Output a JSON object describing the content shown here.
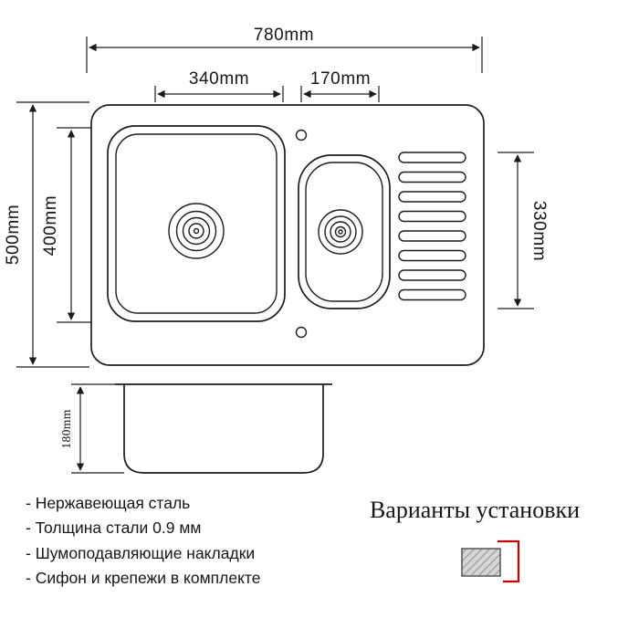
{
  "drawing": {
    "dims": {
      "overall_width": "780mm",
      "main_bowl_width": "340mm",
      "small_bowl_width": "170mm",
      "overall_depth": "500mm",
      "bowl_depth": "400mm",
      "right_depth": "330mm",
      "bowl_height": "180mm"
    }
  },
  "features": {
    "items": [
      "- Нержавеющая сталь",
      "- Толщина стали 0.9 мм",
      "- Шумоподавляющие накладки",
      "- Сифон и крепежи в комплекте"
    ]
  },
  "installation": {
    "title": "Варианты установки"
  },
  "colors": {
    "line": "#1c1c1c",
    "accent_red": "#c40000",
    "hatch_gray": "#9a9a9a"
  }
}
